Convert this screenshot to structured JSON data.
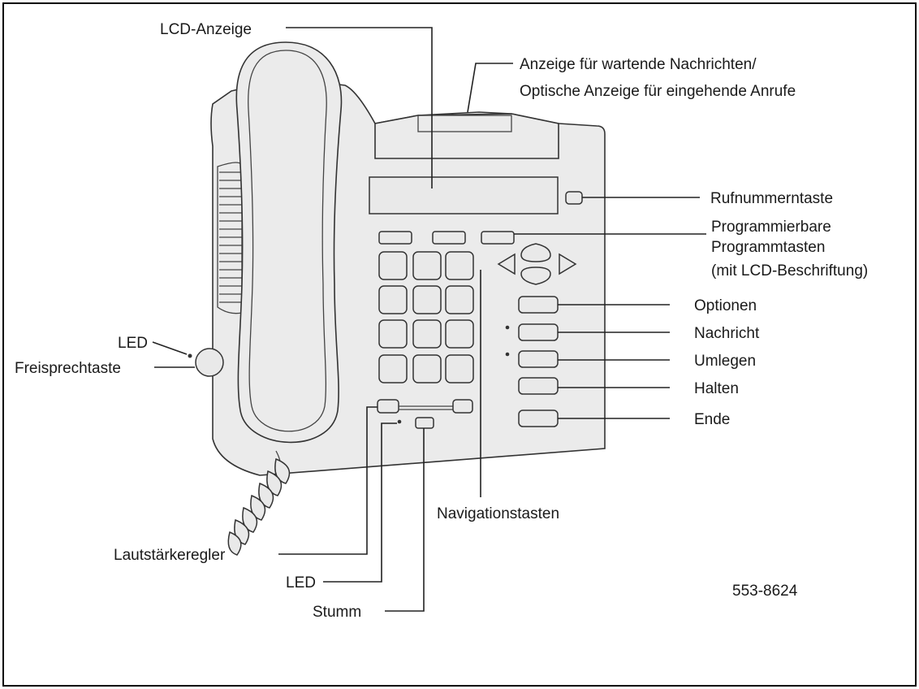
{
  "labels": {
    "lcd_display": "LCD-Anzeige",
    "message_indicator_line1": "Anzeige für wartende Nachrichten/",
    "message_indicator_line2": "Optische Anzeige für eingehende Anrufe",
    "number_key": "Rufnummerntaste",
    "softkeys_line1": "Programmierbare",
    "softkeys_line2": "Programmtasten",
    "softkeys_line3": "(mit LCD-Beschriftung)",
    "options": "Optionen",
    "message": "Nachricht",
    "transfer": "Umlegen",
    "hold": "Halten",
    "release": "Ende",
    "led_handsfree": "LED",
    "handsfree_key": "Freisprechtaste",
    "navigation_keys": "Navigationstasten",
    "volume_control": "Lautstärkeregler",
    "led_mute": "LED",
    "mute": "Stumm",
    "figure_number": "553-8624"
  },
  "colors": {
    "line": "#222222",
    "phone_body": "#ebebeb",
    "frame": "#000000"
  }
}
